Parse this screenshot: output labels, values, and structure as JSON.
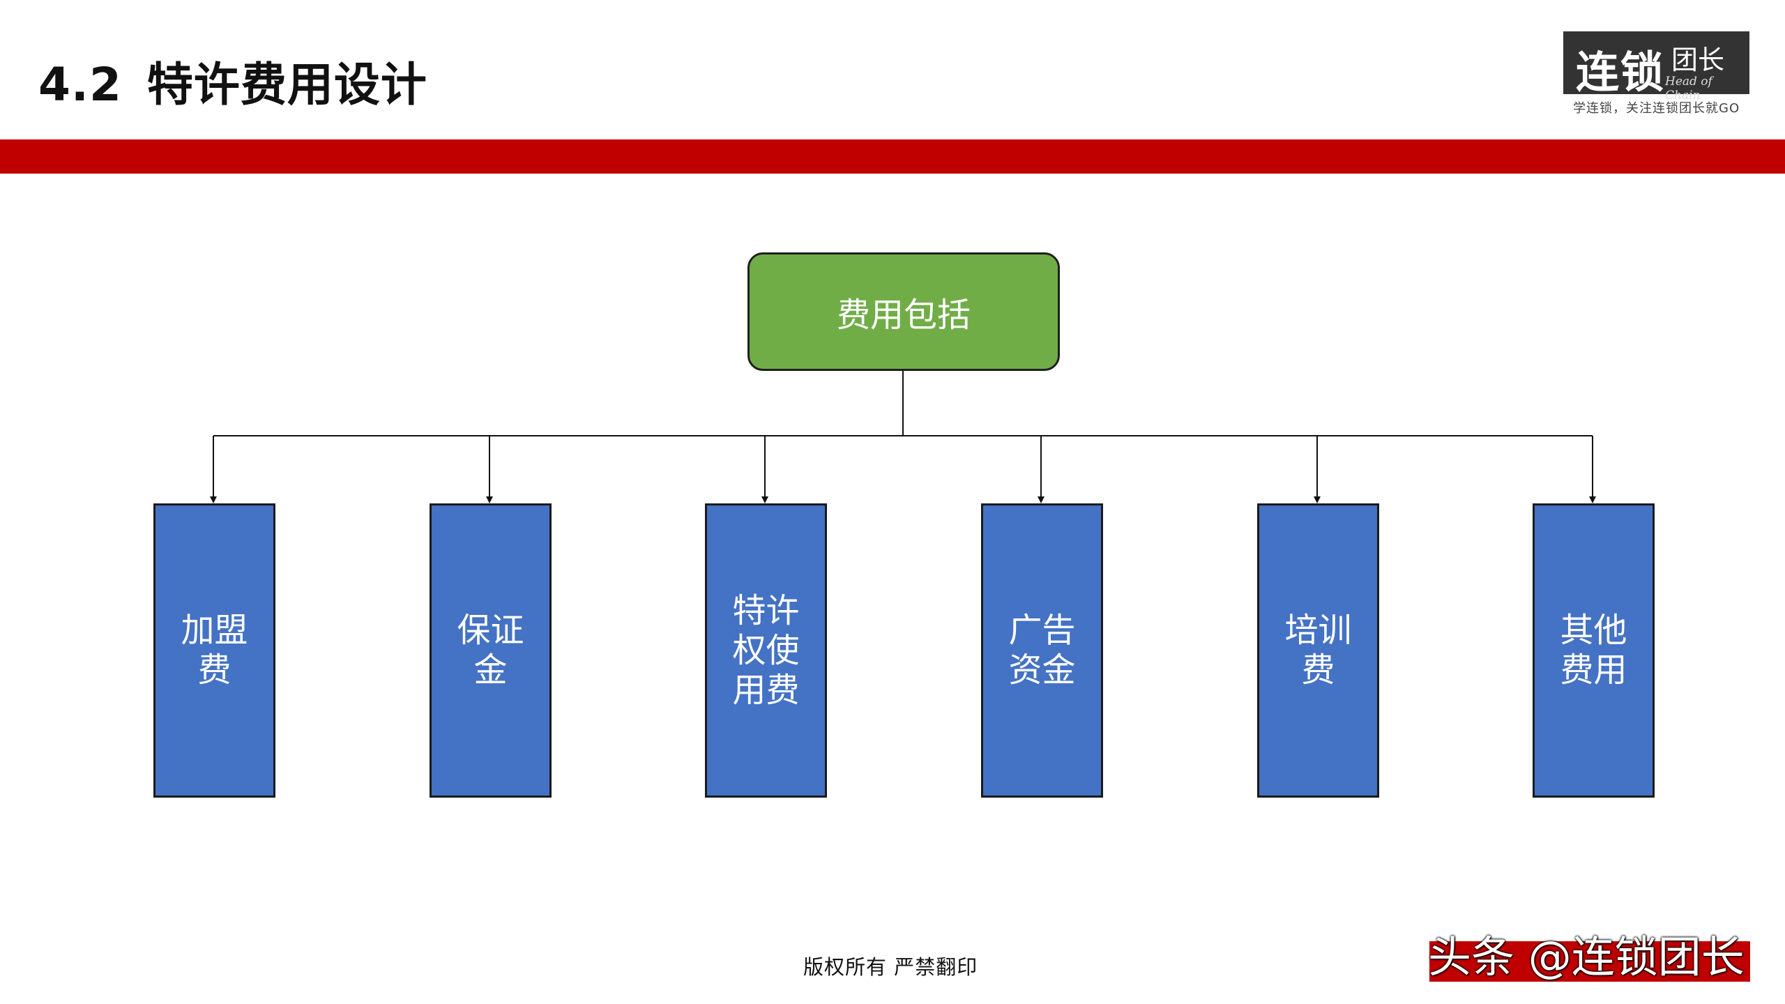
{
  "slide": {
    "section_number": "4.2",
    "title": "特许费用设计",
    "footer": "版权所有  严禁翻印"
  },
  "logo": {
    "name": "连锁",
    "subtitle_cn": "团长",
    "subtitle_en": "Head of Chain",
    "slogan": "学连锁，关注连锁团长就GO"
  },
  "watermark": "头条 @连锁团长",
  "diagram": {
    "root": "费用包括",
    "children": [
      {
        "label": "加盟费"
      },
      {
        "label": "保证金"
      },
      {
        "label": "特许权使用费"
      },
      {
        "label": "广告资金"
      },
      {
        "label": "培训费"
      },
      {
        "label": "其他费用"
      }
    ]
  },
  "colors": {
    "accent_band": "#c00000",
    "root_fill": "#70ad47",
    "child_fill": "#4472c4",
    "logo_bg": "#333333"
  }
}
